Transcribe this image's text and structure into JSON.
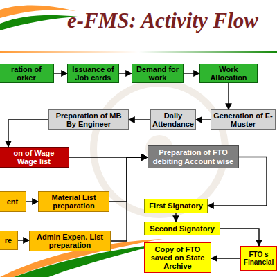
{
  "diagram": {
    "title": "e-FMS: Activity Flow",
    "nodes": [
      {
        "text": [
          "ration of orker"
        ]
      },
      {
        "text": [
          "Issuance of Job cards"
        ]
      },
      {
        "text": [
          "Demand for work"
        ]
      },
      {
        "text": [
          "Work Allocation"
        ]
      },
      {
        "text": [
          "Preparation of MB By Engineer"
        ]
      },
      {
        "text": [
          "Daily Attendance"
        ]
      },
      {
        "text": [
          "Generation of E-Muster"
        ]
      },
      {
        "text": [
          "on of Wage Wage list"
        ]
      },
      {
        "text": [
          "Preparation of FTO debiting Account wise"
        ]
      },
      {
        "text": [
          "ent"
        ]
      },
      {
        "text": [
          "Material List preparation"
        ]
      },
      {
        "text": [
          "First Signatory"
        ]
      },
      {
        "text": [
          "Second Signatory"
        ]
      },
      {
        "text": [
          "re"
        ]
      },
      {
        "text": [
          "Admin Expen. List preparation"
        ]
      },
      {
        "text": [
          "Copy of FTO saved on State Archive"
        ]
      },
      {
        "text": [
          "FTO s Financial"
        ]
      }
    ],
    "edges": [
      {
        "from": 0,
        "to": 1,
        "arrow": "to"
      },
      {
        "from": 1,
        "to": 2,
        "arrow": "to"
      },
      {
        "from": 2,
        "to": 3,
        "arrow": "to"
      },
      {
        "from": 3,
        "to": 6,
        "arrow": "to"
      },
      {
        "from": 6,
        "to": 5,
        "arrow": "to"
      },
      {
        "from": 5,
        "to": 4,
        "arrow": "to"
      },
      {
        "from": 4,
        "to": 7,
        "arrow": "to"
      },
      {
        "from": 7,
        "to": 8,
        "arrow": "to"
      },
      {
        "from": 9,
        "to": 10,
        "arrow": "to"
      },
      {
        "from": 10,
        "to": 8,
        "arrow": "to"
      },
      {
        "from": 13,
        "to": 14,
        "arrow": "to"
      },
      {
        "from": 14,
        "to": 8,
        "arrow": "to"
      },
      {
        "from": 8,
        "to": 11,
        "arrow": "to"
      },
      {
        "from": 11,
        "to": 12,
        "arrow": "to"
      },
      {
        "from": 12,
        "to": 16,
        "arrow": "to"
      },
      {
        "from": 16,
        "to": 15,
        "arrow": "to"
      }
    ]
  }
}
